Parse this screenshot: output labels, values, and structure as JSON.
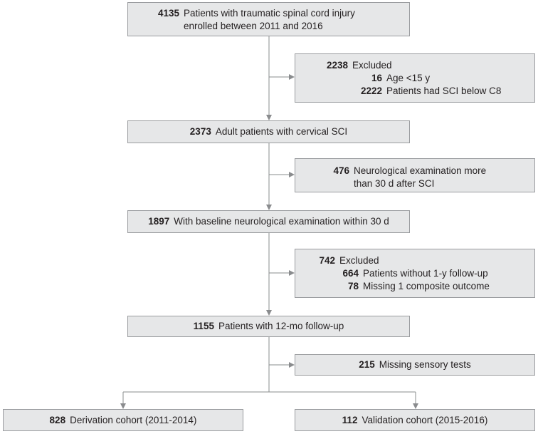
{
  "boxes": {
    "enrolled": {
      "count": "4135",
      "line1": "Patients with traumatic spinal cord injury",
      "line2": "enrolled between 2011 and 2016"
    },
    "excluded_1": {
      "count": "2238",
      "label": "Excluded",
      "items": [
        {
          "count": "16",
          "label": "Age <15 y"
        },
        {
          "count": "2222",
          "label": "Patients had SCI below C8"
        }
      ]
    },
    "cervical": {
      "count": "2373",
      "label": "Adult patients with cervical SCI"
    },
    "excluded_2": {
      "count": "476",
      "line1": "Neurological examination more",
      "line2": "than 30 d after SCI"
    },
    "baseline": {
      "count": "1897",
      "label": "With baseline neurological examination within 30 d"
    },
    "excluded_3": {
      "count": "742",
      "label": "Excluded",
      "items": [
        {
          "count": "664",
          "label": "Patients without 1-y follow-up"
        },
        {
          "count": "78",
          "label": "Missing 1 composite outcome"
        }
      ]
    },
    "followup": {
      "count": "1155",
      "label": "Patients with 12-mo follow-up"
    },
    "excluded_4": {
      "count": "215",
      "label": "Missing sensory tests"
    },
    "derivation": {
      "count": "828",
      "label": "Derivation cohort (2011-2014)"
    },
    "validation": {
      "count": "112",
      "label": "Validation cohort (2015-2016)"
    }
  },
  "colors": {
    "box_fill": "#e6e7e8",
    "box_border": "#9a9c9f",
    "connector": "#8a8c8e",
    "text": "#231f20"
  }
}
